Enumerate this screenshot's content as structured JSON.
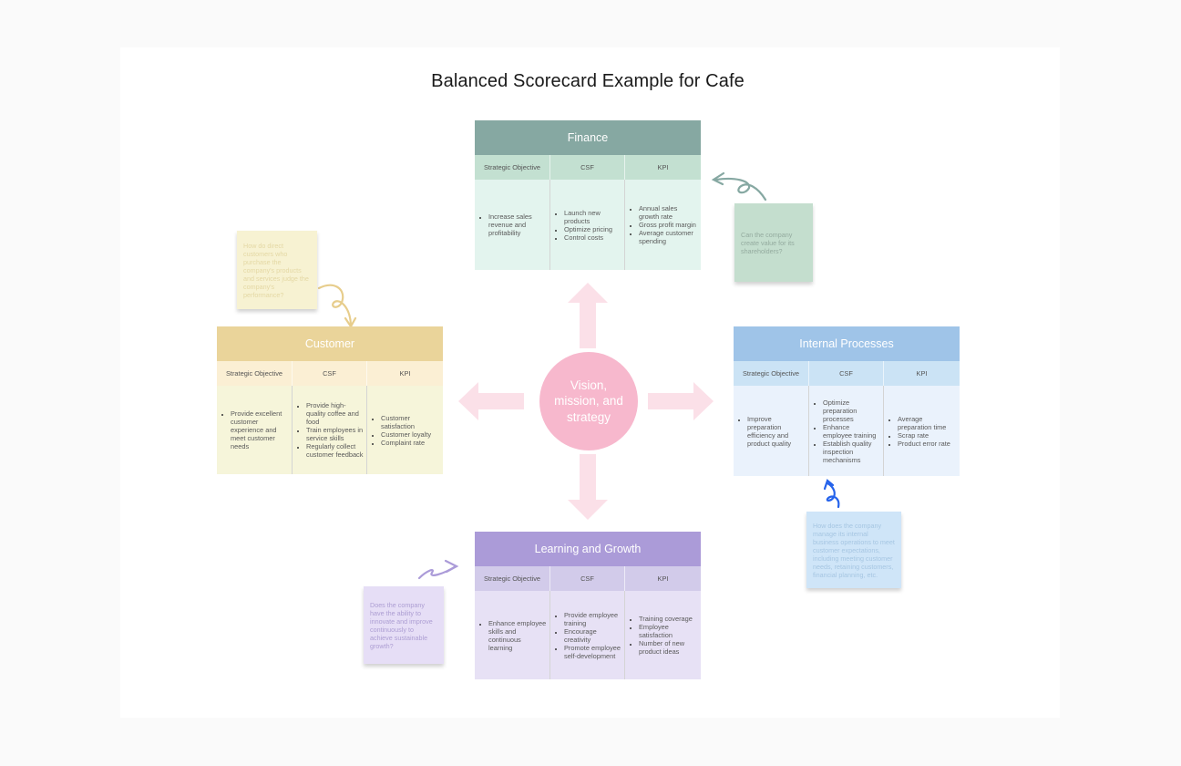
{
  "title": "Balanced Scorecard Example for Cafe",
  "center": {
    "label": "Vision, mission, and strategy",
    "color": "#f7b8cd"
  },
  "columns": [
    "Strategic Objective",
    "CSF",
    "KPI"
  ],
  "perspectives": {
    "finance": {
      "title": "Finance",
      "color": "#86a8a2",
      "objectives": [
        "Increase sales revenue and profitability"
      ],
      "csf": [
        "Launch new products",
        "Optimize pricing",
        "Control costs"
      ],
      "kpi": [
        "Annual sales growth rate",
        "Gross profit margin",
        "Average customer spending"
      ],
      "note": "Can the company create value for its shareholders?"
    },
    "customer": {
      "title": "Customer",
      "color": "#ead49a",
      "objectives": [
        "Provide excellent customer experience and meet customer needs"
      ],
      "csf": [
        "Provide high-quality coffee and food",
        "Train employees in service skills",
        "Regularly collect customer feedback"
      ],
      "kpi": [
        "Customer satisfaction",
        "Customer loyalty",
        "Complaint rate"
      ],
      "note": "How do direct customers who purchase the company's products and services judge the company's performance?"
    },
    "internal": {
      "title": "Internal Processes",
      "color": "#9fc4e8",
      "objectives": [
        "Improve preparation efficiency and product quality"
      ],
      "csf": [
        "Optimize preparation processes",
        "Enhance employee training",
        "Establish quality inspection mechanisms"
      ],
      "kpi": [
        "Average preparation time",
        "Scrap rate",
        "Product error rate"
      ],
      "note": "How does the company manage its internal business operations to meet customer expectations, including meeting customer needs, retaining customers, financial planning, etc."
    },
    "learning": {
      "title": "Learning and Growth",
      "color": "#ab9bd8",
      "objectives": [
        "Enhance employee skills and continuous learning"
      ],
      "csf": [
        "Provide employee training",
        "Encourage creativity",
        "Promote employee self-development"
      ],
      "kpi": [
        "Training coverage",
        "Employee satisfaction",
        "Number of new product ideas"
      ],
      "note": "Does the company have the ability to innovate and improve continuously to achieve sustainable growth?"
    }
  }
}
